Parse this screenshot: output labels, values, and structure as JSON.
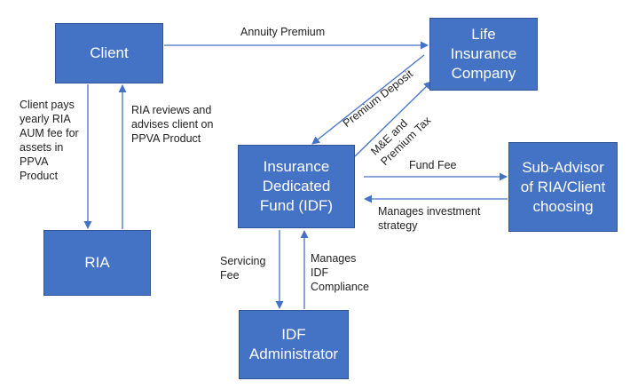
{
  "nodes": {
    "client": "Client",
    "life_insurance": "Life\nInsurance\nCompany",
    "idf": "Insurance\nDedicated\nFund (IDF)",
    "sub_advisor": "Sub-Advisor\nof RIA/Client\nchoosing",
    "ria": "RIA",
    "idf_admin": "IDF\nAdministrator"
  },
  "edges": {
    "annuity_premium": "Annuity Premium",
    "premium_deposit": "Premium Deposit",
    "me_tax": "M&E and\nPremium Tax",
    "fund_fee": "Fund Fee",
    "manages_strategy": "Manages investment\nstrategy",
    "client_pays": "Client pays\nyearly RIA\nAUM fee for\nassets in\nPPVA\nProduct",
    "ria_reviews": "RIA reviews and\nadvises client on\nPPVA Product",
    "servicing_fee": "Servicing\nFee",
    "manages_compliance": "Manages\nIDF\nCompliance"
  },
  "colors": {
    "box_fill": "#4472C4",
    "box_border": "#2F5597",
    "arrow": "#4472C4"
  }
}
